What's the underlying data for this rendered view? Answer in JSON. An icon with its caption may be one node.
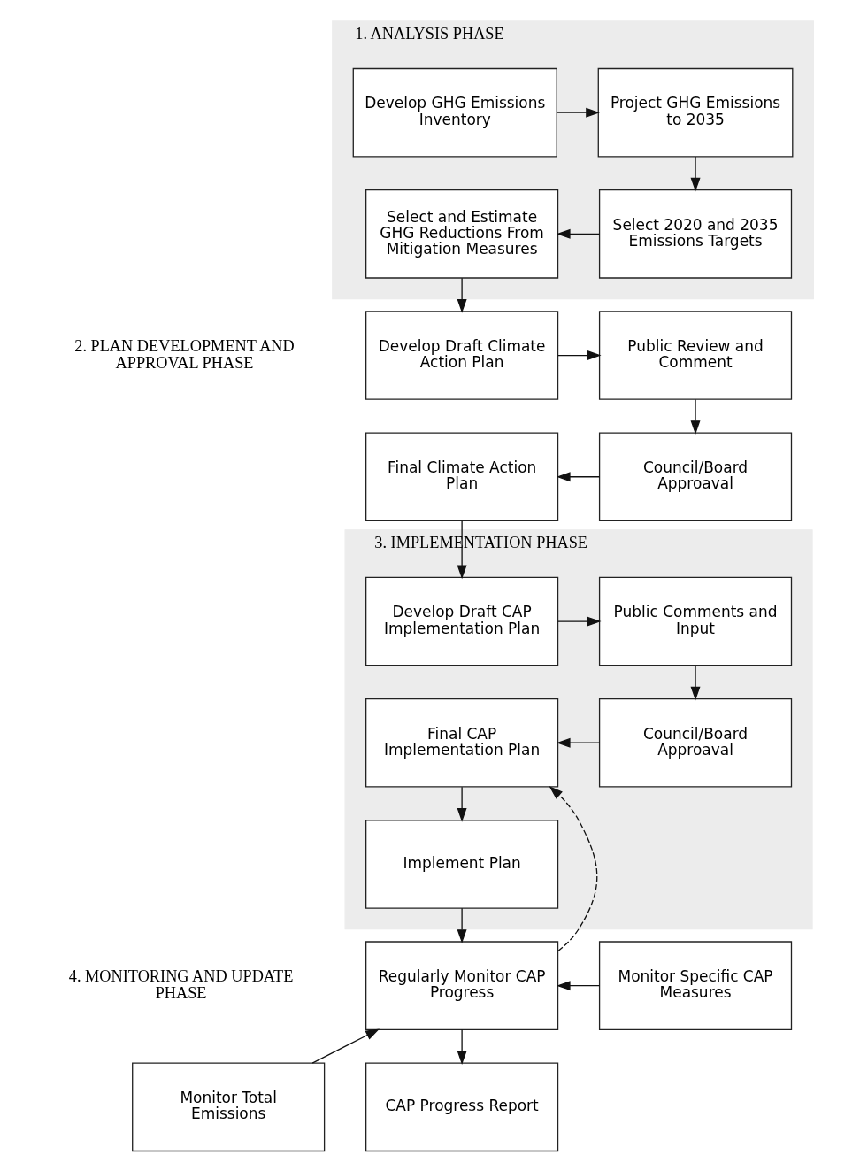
{
  "diagram": {
    "nodes": [
      {
        "text": [
          "1. ANALYSIS PHASE"
        ]
      },
      {
        "text": [
          "Develop GHG Emissions Inventory"
        ],
        "in": 0
      },
      {
        "text": [
          "Project GHG Emissions to 2035"
        ],
        "in": 0
      },
      {
        "text": [
          "Select 2020 and 2035 Emissions Targets"
        ],
        "in": 0
      },
      {
        "text": [
          "Select and Estimate GHG Reductions From Mitigation Measures"
        ],
        "in": 0
      },
      {
        "text": [
          "Develop Draft Climate Action Plan"
        ]
      },
      {
        "text": [
          "Public Review and Comment"
        ]
      },
      {
        "text": [
          "Council/Board Approaval"
        ]
      },
      {
        "text": [
          "Final Climate Action Plan"
        ]
      },
      {
        "text": [
          "3. IMPLEMENTATION PHASE"
        ]
      },
      {
        "text": [
          "Develop Draft CAP Implementation Plan"
        ],
        "in": 9
      },
      {
        "text": [
          "Public Comments and Input"
        ],
        "in": 9
      },
      {
        "text": [
          "Council/Board Approaval"
        ],
        "in": 9
      },
      {
        "text": [
          "Final CAP Implementation Plan"
        ],
        "in": 9
      },
      {
        "text": [
          "Implement Plan"
        ],
        "in": 9
      },
      {
        "text": [
          "Regularly Monitor CAP Progress"
        ]
      },
      {
        "text": [
          "Monitor Specific CAP Measures"
        ]
      },
      {
        "text": [
          "Monitor Total Emissions"
        ]
      },
      {
        "text": [
          "CAP Progress Report"
        ]
      }
    ],
    "edges": [
      {
        "from": 1,
        "to": 2,
        "arrow": "to"
      },
      {
        "from": 2,
        "to": 3,
        "arrow": "to"
      },
      {
        "from": 3,
        "to": 4,
        "arrow": "to"
      },
      {
        "from": 4,
        "to": 5,
        "arrow": "to"
      },
      {
        "from": 5,
        "to": 6,
        "arrow": "to"
      },
      {
        "from": 6,
        "to": 7,
        "arrow": "to"
      },
      {
        "from": 7,
        "to": 8,
        "arrow": "to"
      },
      {
        "from": 8,
        "to": 10,
        "arrow": "to"
      },
      {
        "from": 10,
        "to": 11,
        "arrow": "to"
      },
      {
        "from": 11,
        "to": 12,
        "arrow": "to"
      },
      {
        "from": 12,
        "to": 13,
        "arrow": "to"
      },
      {
        "from": 13,
        "to": 14,
        "arrow": "to"
      },
      {
        "from": 14,
        "to": 15,
        "arrow": "to"
      },
      {
        "from": 15,
        "to": 13,
        "arrow": "to",
        "style": "dashed"
      },
      {
        "from": 16,
        "to": 15,
        "arrow": "to"
      },
      {
        "from": 17,
        "to": 15,
        "arrow": "to"
      },
      {
        "from": 15,
        "to": 18,
        "arrow": "to"
      }
    ],
    "labels": [
      "2. PLAN DEVELOPMENT AND APPROVAL PHASE",
      "4. MONITORING AND UPDATE PHASE"
    ]
  }
}
